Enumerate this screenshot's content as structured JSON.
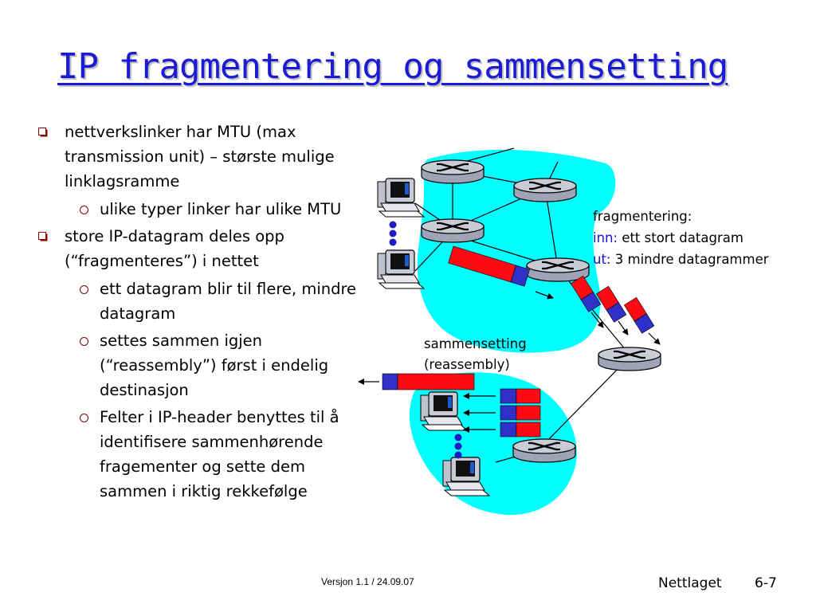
{
  "slide": {
    "title": "IP fragmentering og sammensetting",
    "bullets": [
      {
        "text": "nettverkslinker har MTU (max transmission unit) – største mulige linklagsramme",
        "sub": [
          "ulike typer linker har ulike MTU"
        ]
      },
      {
        "text": "store IP-datagram deles opp (“fragmenteres”) i nettet",
        "sub": [
          "ett datagram blir til flere, mindre datagram",
          "settes sammen igjen (“reassembly”) først i endelig destinasjon",
          "Felter i IP-header benyttes til å identifisere sammenhørende fragementer og sette dem sammen i riktig rekkefølge"
        ]
      }
    ]
  },
  "diagram": {
    "fragmentation_label": "fragmentering:",
    "in_prefix": "inn:",
    "in_text": "ett stort datagram",
    "out_prefix": "ut:",
    "out_text": "3 mindre datagrammer",
    "reassembly_label_line1": "sammensetting",
    "reassembly_label_line2": "(reassembly)"
  },
  "footer": {
    "version": "Versjon 1.1 / 24.09.07",
    "section": "Nettlaget",
    "page": "6-7"
  },
  "colors": {
    "title": "#1b1bd6",
    "network_cloud": "#00ffff",
    "fragment_header": "#3030c8",
    "fragment_data": "#ff0a14",
    "bullet_mark": "#8b0000"
  }
}
